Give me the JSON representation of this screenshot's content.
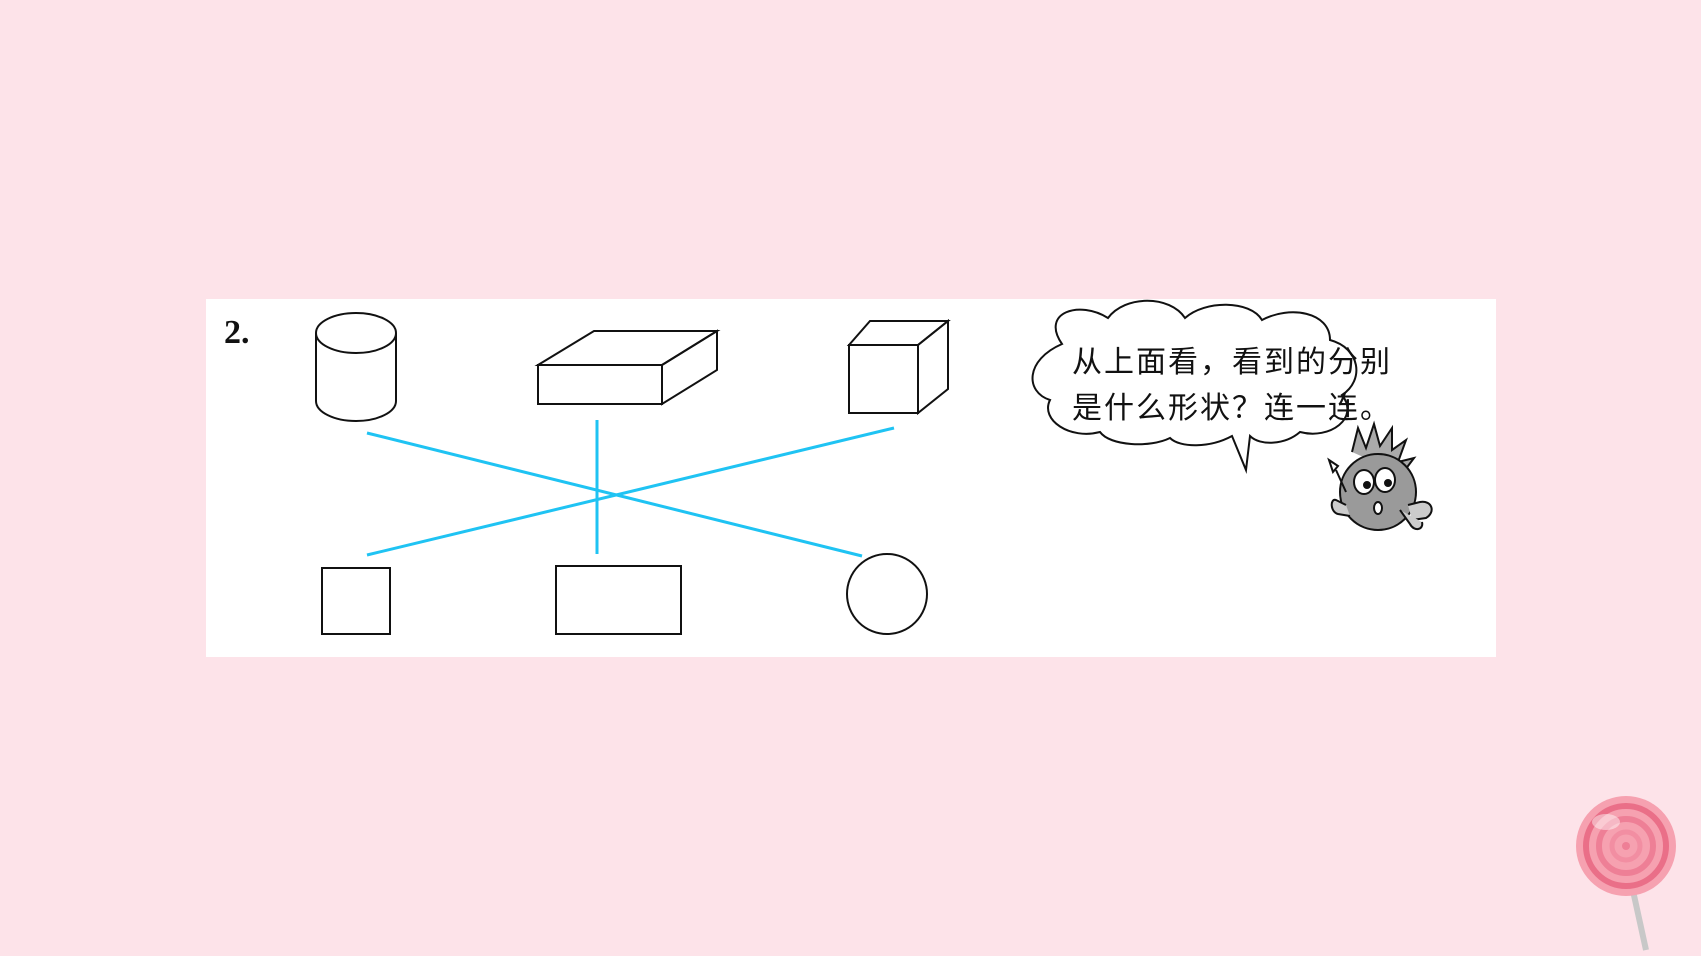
{
  "question": {
    "number": "2.",
    "prompt_line1": "从上面看，看到的分别",
    "prompt_line2": "是什么形状？连一连。"
  },
  "solids": [
    {
      "name": "cylinder"
    },
    {
      "name": "cuboid"
    },
    {
      "name": "cube"
    }
  ],
  "views": [
    {
      "name": "square"
    },
    {
      "name": "rectangle"
    },
    {
      "name": "circle"
    }
  ],
  "answer_links": [
    {
      "from": "cylinder",
      "to": "circle"
    },
    {
      "from": "cuboid",
      "to": "rectangle"
    },
    {
      "from": "cube",
      "to": "square"
    }
  ],
  "colors": {
    "background": "#fde3e9",
    "panel": "#ffffff",
    "answer_line": "#1fc3f3",
    "outline": "#111111"
  }
}
